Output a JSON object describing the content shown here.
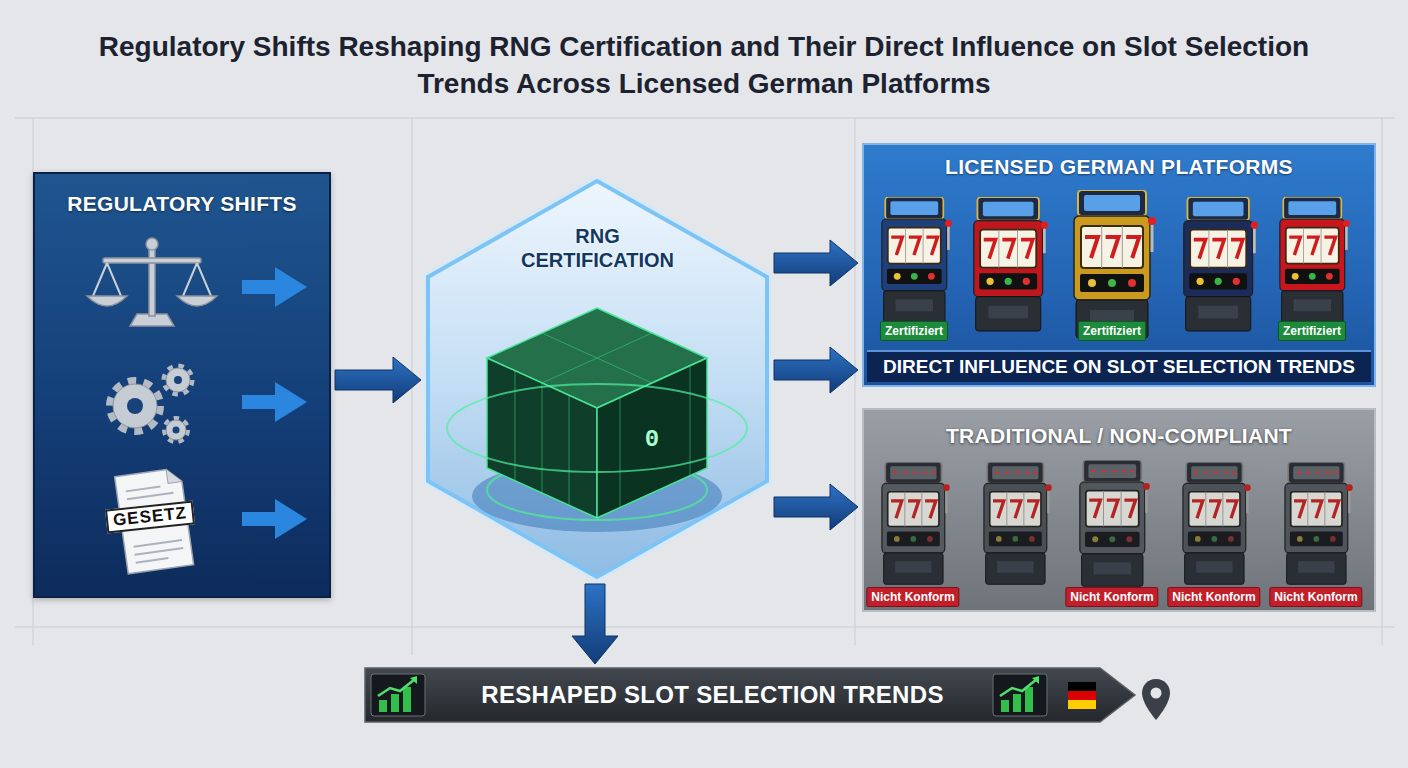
{
  "diagram": {
    "title": "Regulatory Shifts Reshaping RNG Certification and Their Direct Influence on Slot Selection Trends Across Licensed German Platforms",
    "nodes": [
      {
        "text": [
          "REGULATORY SHIFTS"
        ]
      },
      {
        "text": [
          "RNG CERTIFICATION"
        ]
      },
      {
        "text": [
          "LICENSED GERMAN PLATFORMS",
          "DIRECT INFLUENCE ON SLOT SELECTION TRENDS"
        ]
      },
      {
        "text": [
          "TRADITIONAL / NON-COMPLIANT"
        ]
      },
      {
        "text": [
          "RESHAPED SLOT SELECTION TRENDS"
        ]
      }
    ],
    "edges": [
      {
        "from": 0,
        "to": 1,
        "arrow": "to"
      },
      {
        "from": 1,
        "to": 2,
        "arrow": "to"
      },
      {
        "from": 1,
        "to": 2,
        "arrow": "to"
      },
      {
        "from": 1,
        "to": 3,
        "arrow": "to"
      },
      {
        "from": 1,
        "to": 4,
        "arrow": "to"
      }
    ],
    "labels": [
      "GESETZ",
      "0",
      "Zertifiziert",
      "Zertifiziert",
      "Zertifiziert",
      "Nicht Konform",
      "Nicht Konform",
      "Nicht Konform",
      "Nicht Konform"
    ]
  }
}
